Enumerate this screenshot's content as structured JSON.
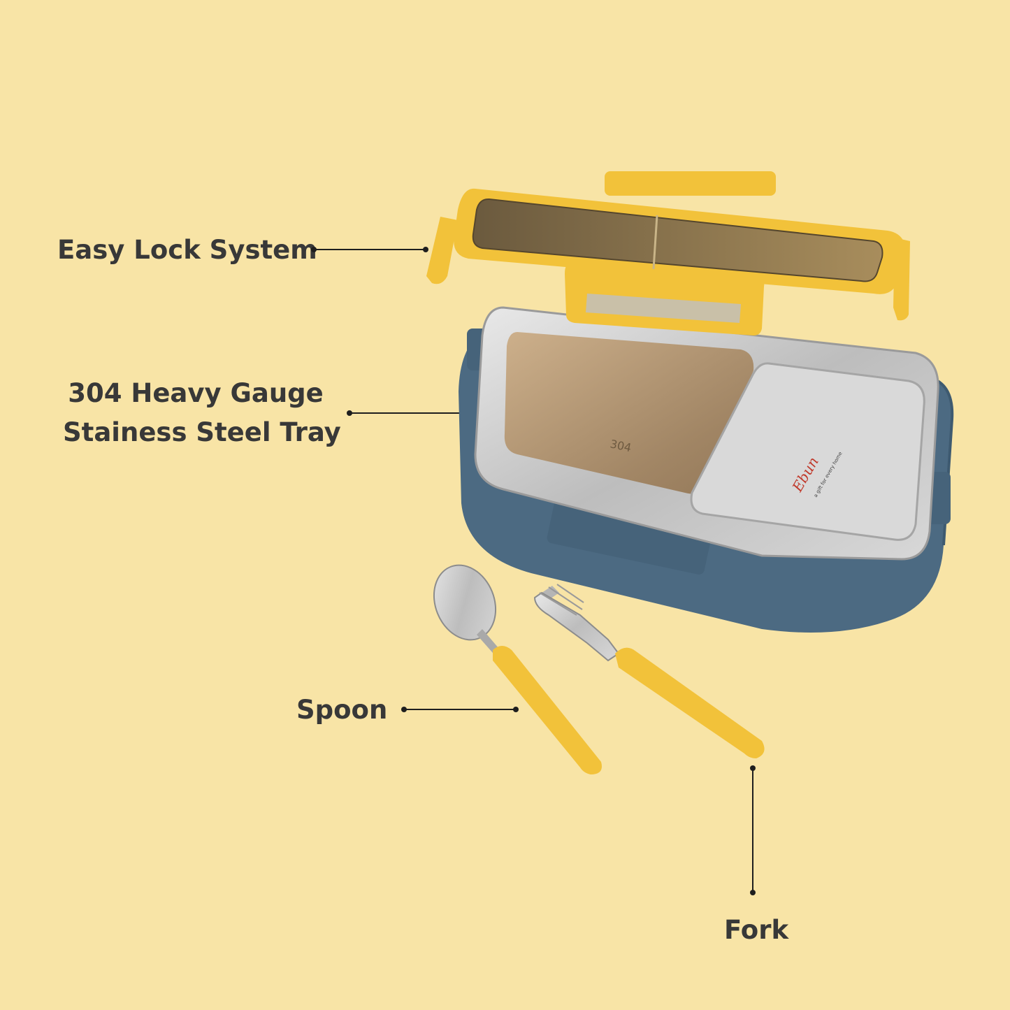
{
  "callouts": {
    "lock": "Easy Lock System",
    "tray_line1": "304 Heavy Gauge",
    "tray_line2": "Stainess Steel Tray",
    "spoon": "Spoon",
    "fork": "Fork"
  },
  "product": {
    "tray_stamp": "304",
    "brand_logo": "Ebun",
    "brand_tagline": "a gift for every home"
  },
  "colors": {
    "background": "#f8e4a6",
    "text": "#383838",
    "lid_yellow": "#f2c23a",
    "box_blue": "#4c6a82",
    "steel": "#c9c9c9"
  }
}
